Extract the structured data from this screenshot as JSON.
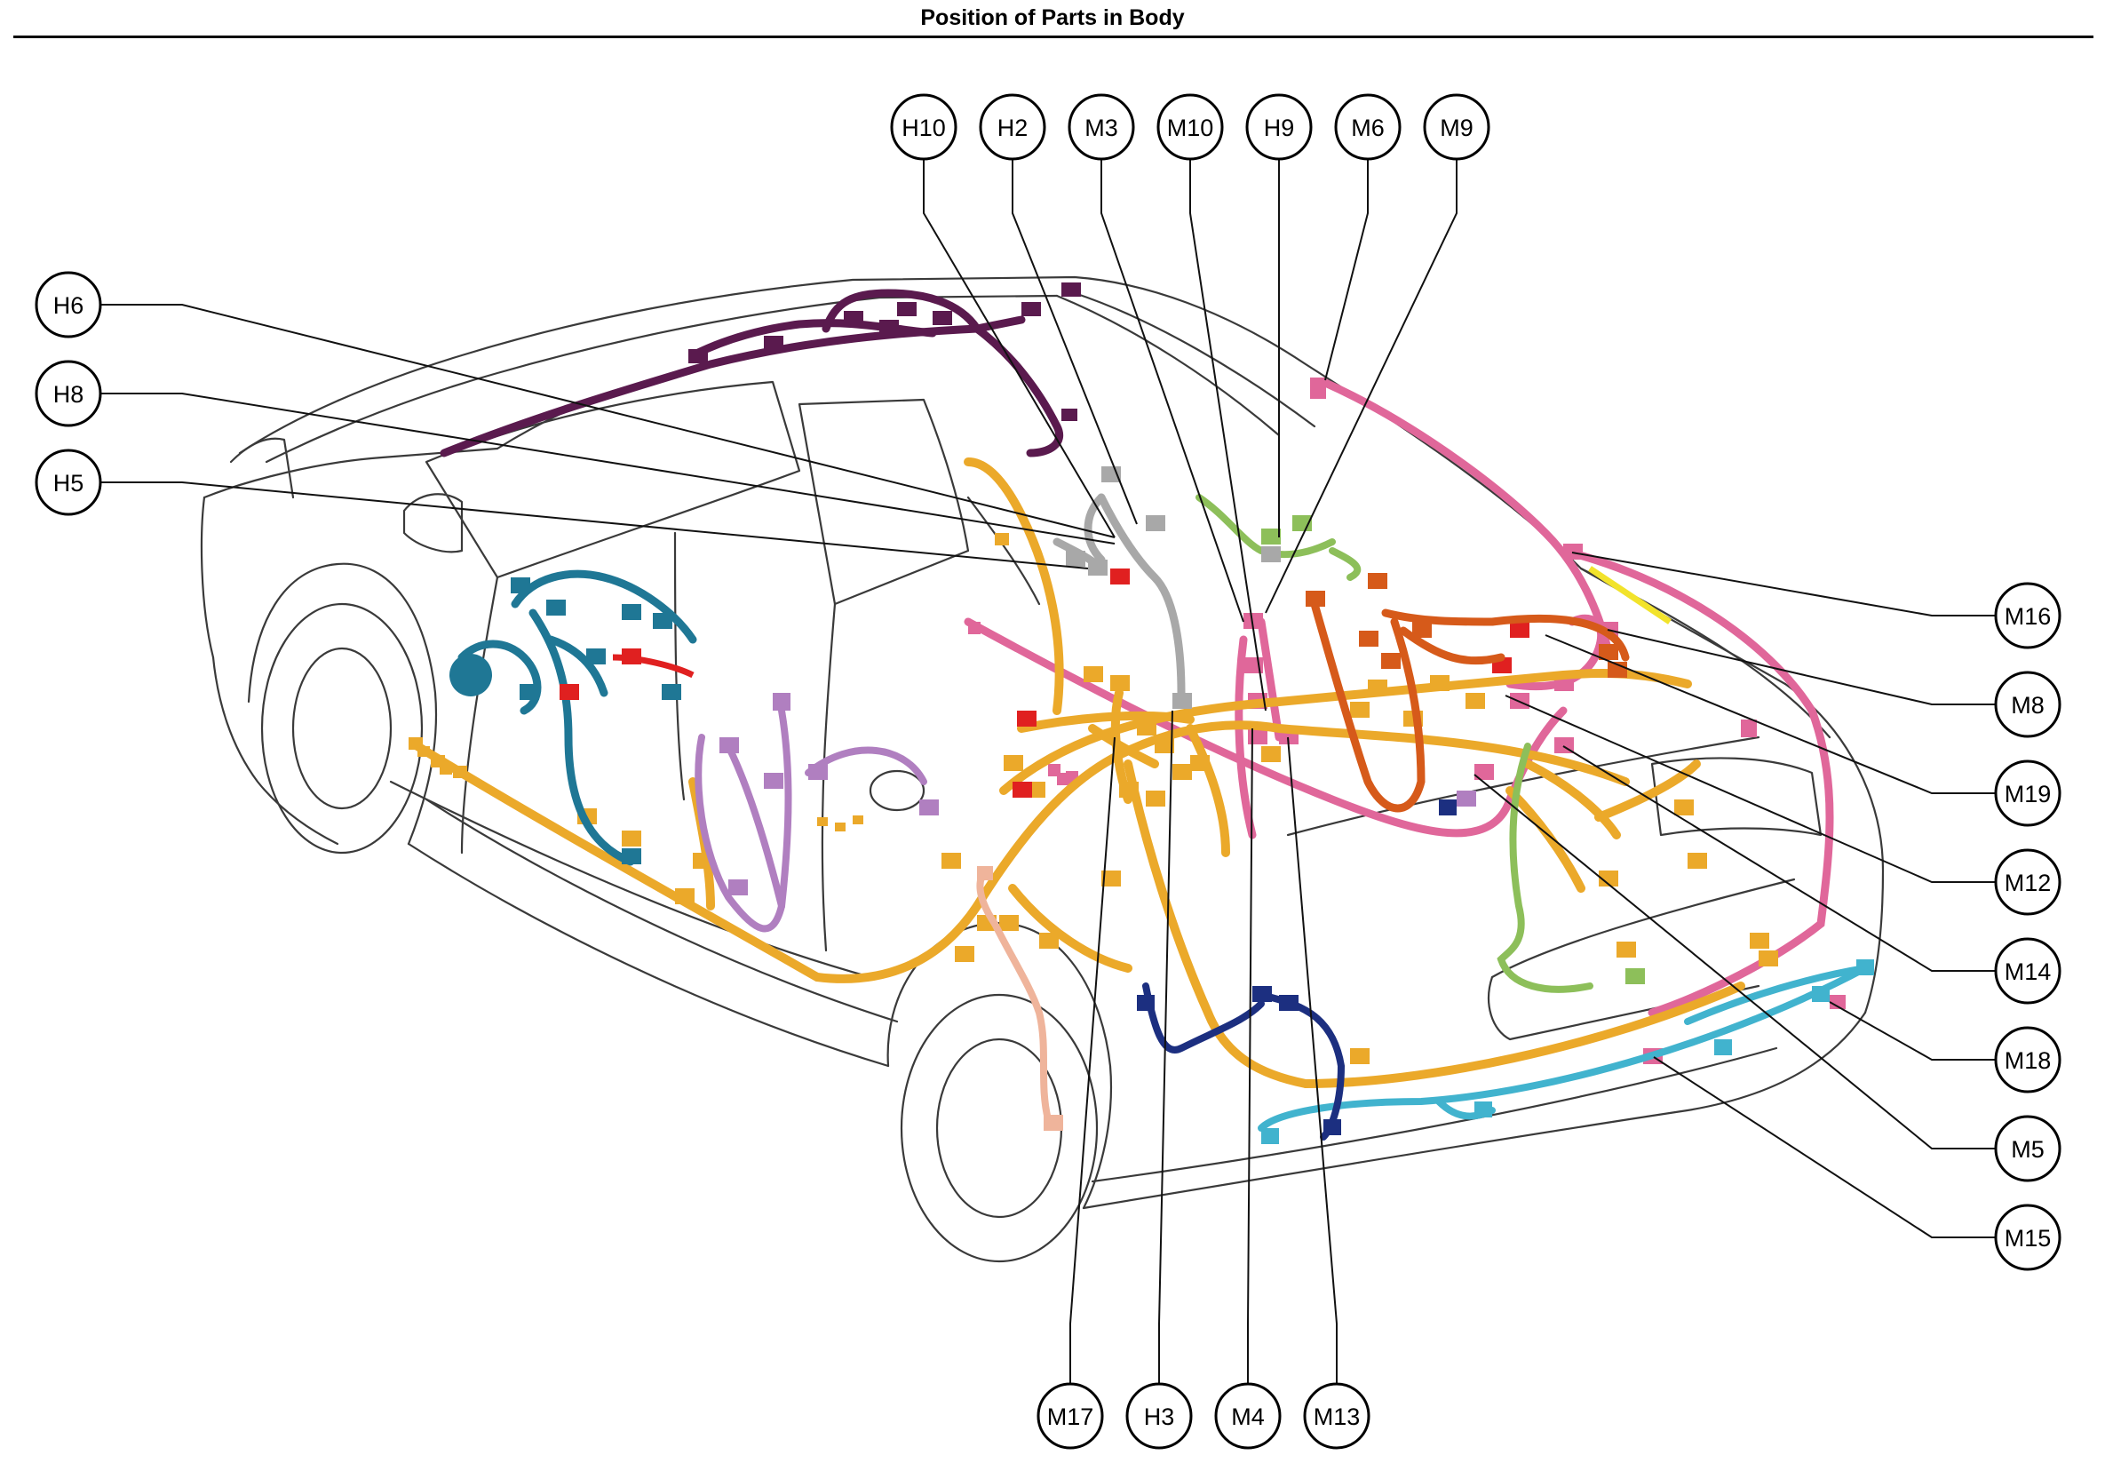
{
  "title": "Position of Parts in Body",
  "colors": {
    "outline": "#3a3a3a",
    "roof_harness": "#5a1a4e",
    "pink_harness": "#e0679a",
    "yellow_harness": "#eba92a",
    "teal_harness": "#1f7795",
    "orange_harness": "#d65a1a",
    "purple_harness": "#b07fc0",
    "green_harness": "#8dbf5a",
    "cyan_harness": "#41b3ce",
    "navy_harness": "#1c2f80",
    "red_connector": "#e02020",
    "gray_harness": "#a8a8a8",
    "peach_harness": "#efb49b"
  },
  "callouts": [
    {
      "id": "H10",
      "label": "H10"
    },
    {
      "id": "H2",
      "label": "H2"
    },
    {
      "id": "M3",
      "label": "M3"
    },
    {
      "id": "M10",
      "label": "M10"
    },
    {
      "id": "H9",
      "label": "H9"
    },
    {
      "id": "M6",
      "label": "M6"
    },
    {
      "id": "M9",
      "label": "M9"
    },
    {
      "id": "H6",
      "label": "H6"
    },
    {
      "id": "H8",
      "label": "H8"
    },
    {
      "id": "H5",
      "label": "H5"
    },
    {
      "id": "M16",
      "label": "M16"
    },
    {
      "id": "M8",
      "label": "M8"
    },
    {
      "id": "M19",
      "label": "M19"
    },
    {
      "id": "M12",
      "label": "M12"
    },
    {
      "id": "M14",
      "label": "M14"
    },
    {
      "id": "M18",
      "label": "M18"
    },
    {
      "id": "M5",
      "label": "M5"
    },
    {
      "id": "M15",
      "label": "M15"
    },
    {
      "id": "M17",
      "label": "M17"
    },
    {
      "id": "H3",
      "label": "H3"
    },
    {
      "id": "M4",
      "label": "M4"
    },
    {
      "id": "M13",
      "label": "M13"
    }
  ]
}
